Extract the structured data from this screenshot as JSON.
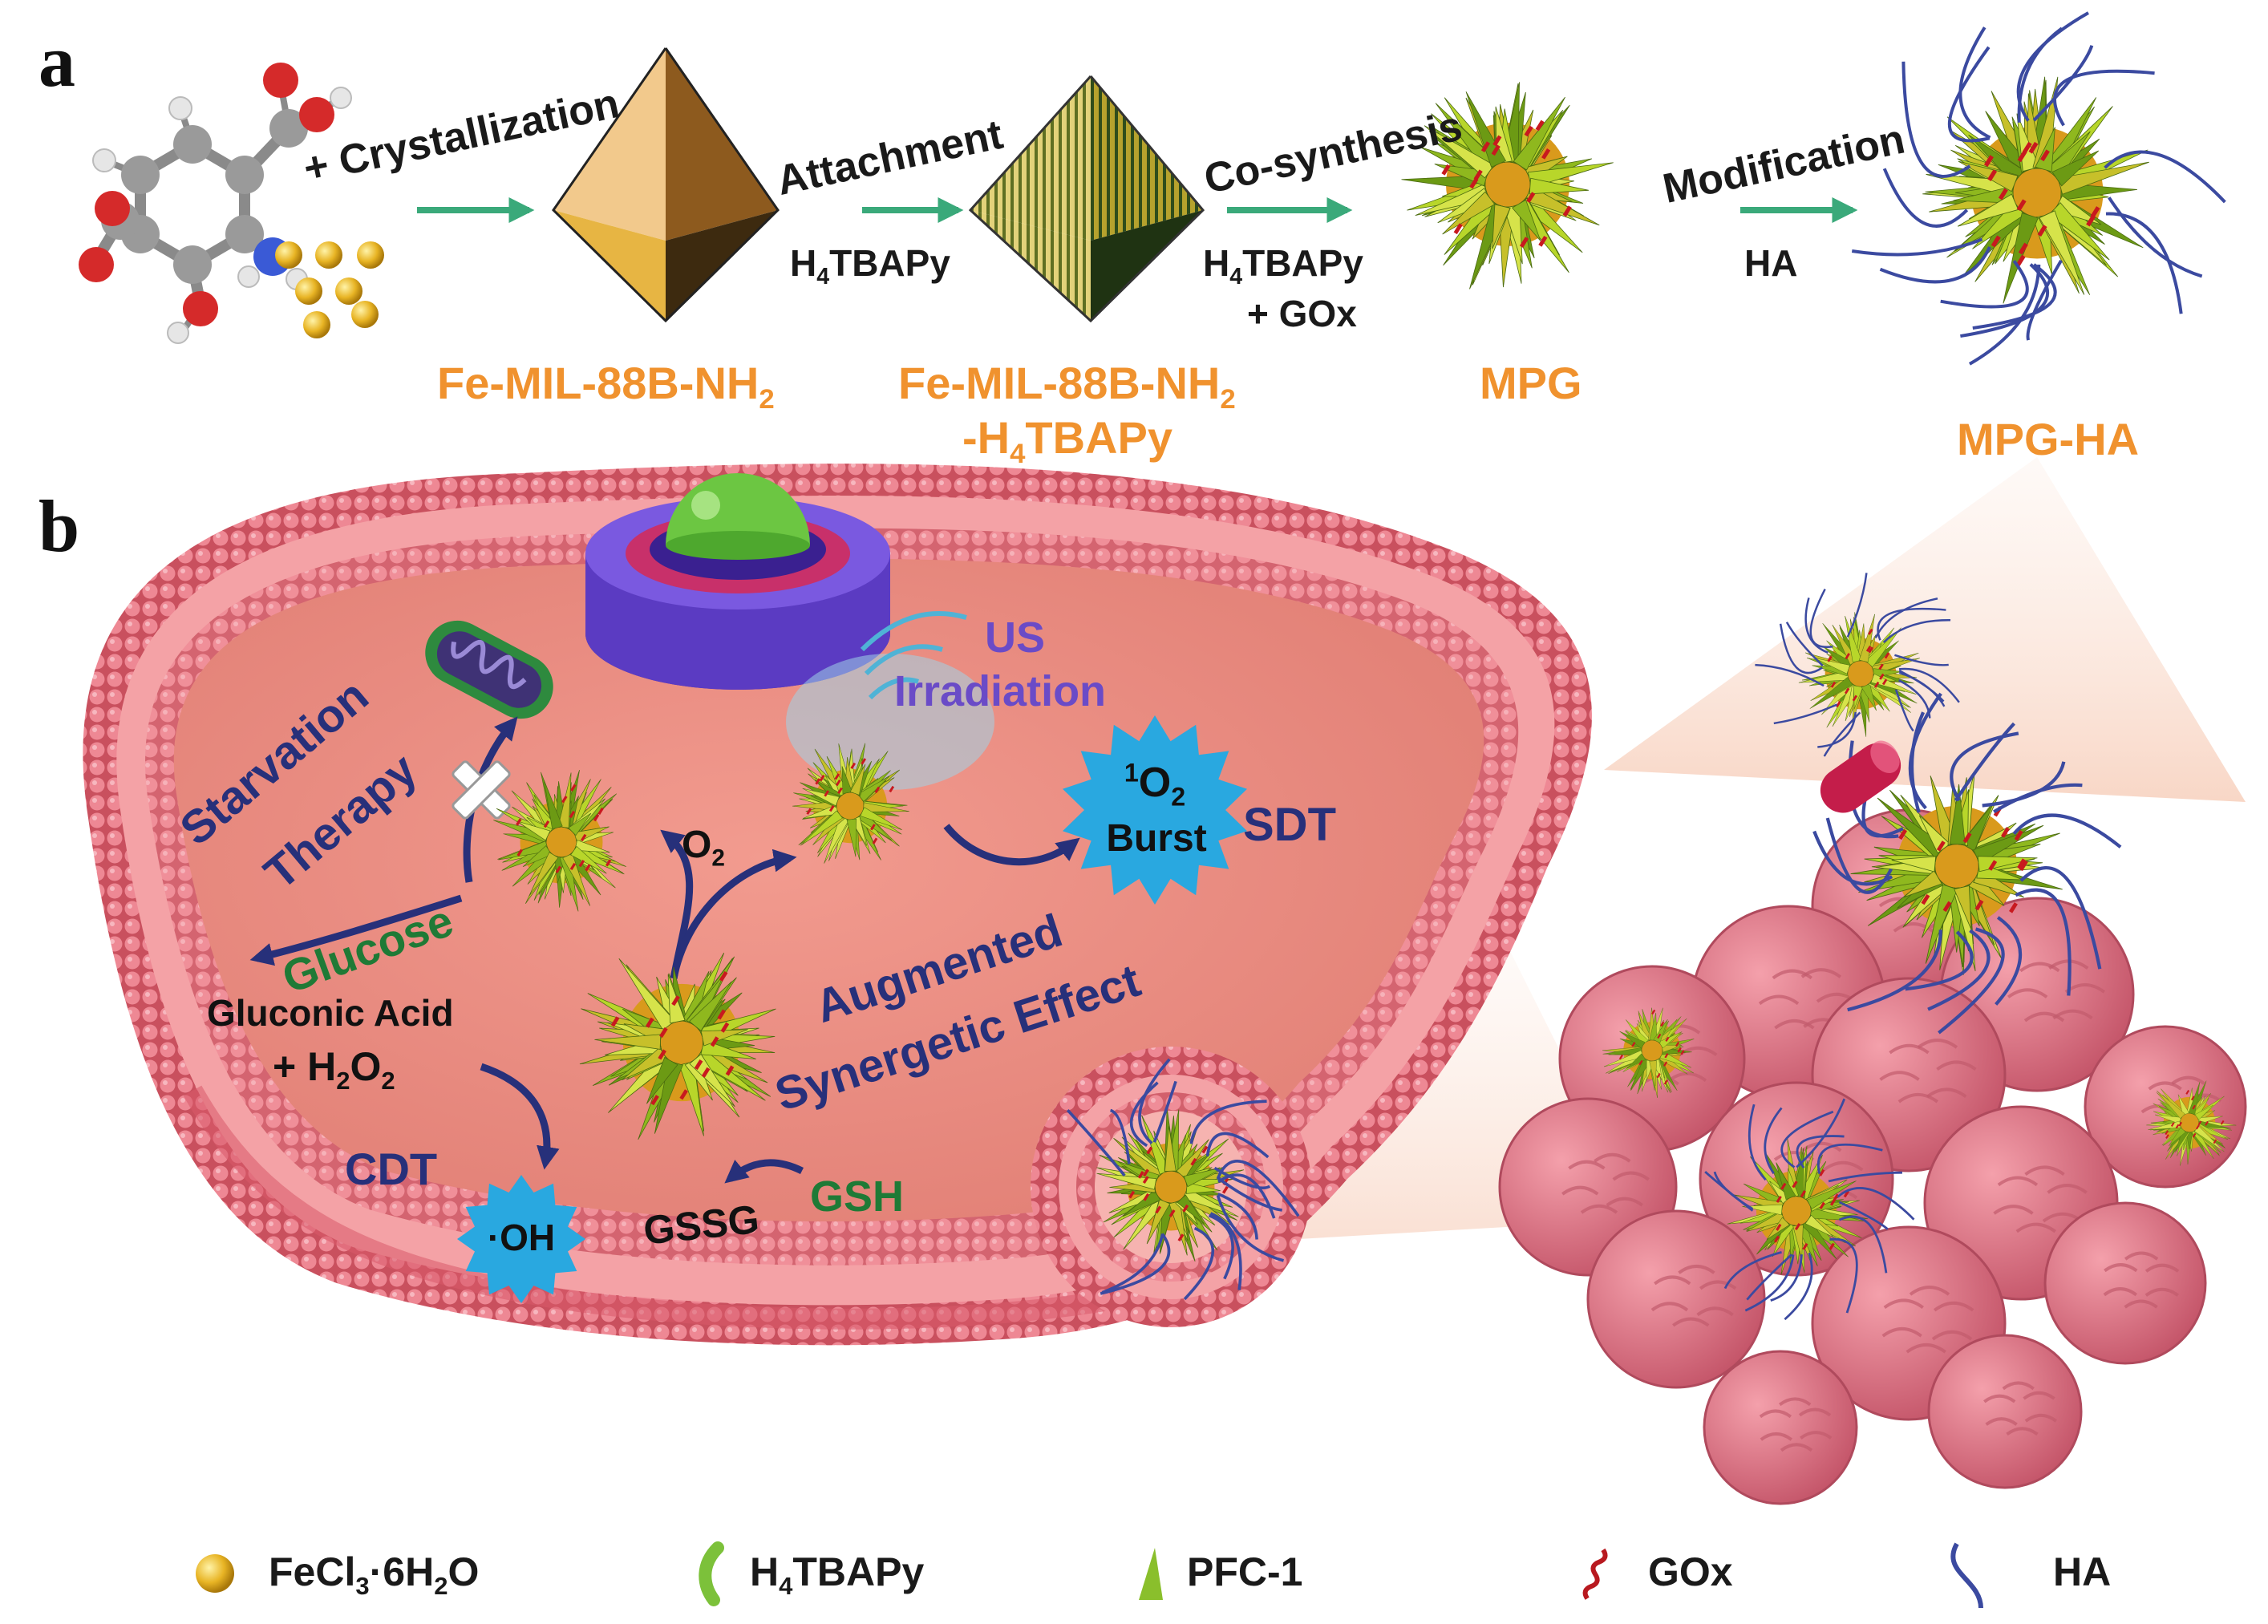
{
  "panels": {
    "a": "a",
    "b": "b"
  },
  "synthesis": {
    "steps": [
      {
        "label": "+ Crystallization",
        "reagent": ""
      },
      {
        "label": "Attachment",
        "reagent_main": "H",
        "reagent_sub": "4",
        "reagent_rest": "TBAPy"
      },
      {
        "label": "Co-synthesis",
        "reagent_main": "H",
        "reagent_sub": "4",
        "reagent_rest": "TBAPy",
        "reagent_line2": "+ GOx"
      },
      {
        "label": "Modification",
        "reagent": "HA"
      }
    ],
    "products": {
      "p1_main": "Fe-MIL-88B-NH",
      "p1_sub": "2",
      "p2_main": "Fe-MIL-88B-NH",
      "p2_sub": "2",
      "p2_line2_a": "-H",
      "p2_line2_sub": "4",
      "p2_line2_b": "TBAPy",
      "p3": "MPG",
      "p4": "MPG-HA"
    }
  },
  "cell": {
    "starvation_line1": "Starvation",
    "starvation_line2": "Therapy",
    "glucose": "Glucose",
    "gluconic": "Gluconic Acid",
    "h2o2_a": "+ H",
    "h2o2_sub": "2",
    "h2o2_b": "O",
    "h2o2_sub2": "2",
    "o2_a": "O",
    "o2_sub": "2",
    "us_line1": "US",
    "us_line2": "Irradiation",
    "burst_sup": "1",
    "burst_o": "O",
    "burst_sub": "2",
    "burst_word": "Burst",
    "sdt": "SDT",
    "augmented_line1": "Augmented",
    "augmented_line2": "Synergetic Effect",
    "cdt": "CDT",
    "oh": "·OH",
    "gssg": "GSSG",
    "gsh": "GSH"
  },
  "legend": {
    "fecl3_a": "FeCl",
    "fecl3_sub": "3",
    "fecl3_b": "·6H",
    "fecl3_sub2": "2",
    "fecl3_c": "O",
    "h4_a": "H",
    "h4_sub": "4",
    "h4_b": "TBAPy",
    "pfc": "PFC-1",
    "gox": "GOx",
    "ha": "HA"
  },
  "colors": {
    "orange_label": "#f0922e",
    "navy_text": "#27307a",
    "green_text": "#1f7a36",
    "purple_text": "#6a4bc7",
    "arrow_green": "#3aa97a",
    "cell_fill": "#e8867c",
    "membrane": "#d96470",
    "burst_blue": "#29a8e0",
    "arrow_navy": "#27307a",
    "gold": "#e8b424",
    "ha_blue": "#3b4aa0"
  }
}
